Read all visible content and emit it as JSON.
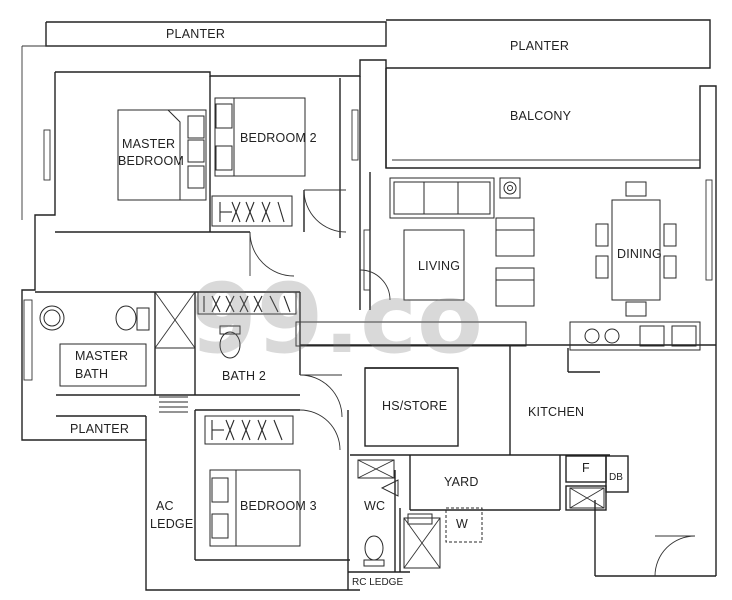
{
  "floor_plan": {
    "rooms": {
      "planter_top": "PLANTER",
      "planter_top_right": "PLANTER",
      "balcony": "BALCONY",
      "master_bedroom_line1": "MASTER",
      "master_bedroom_line2": "BEDROOM",
      "bedroom_2": "BEDROOM 2",
      "living": "LIVING",
      "dining": "DINING",
      "master_bath_line1": "MASTER",
      "master_bath_line2": "BATH",
      "bath_2": "BATH 2",
      "hs_store": "HS/STORE",
      "kitchen": "KITCHEN",
      "planter_left": "PLANTER",
      "yard": "YARD",
      "f": "F",
      "db": "DB",
      "wc": "WC",
      "w": "W",
      "ac_ledge_line1": "AC",
      "ac_ledge_line2": "LEDGE",
      "bedroom_3": "BEDROOM 3",
      "rc_ledge": "RC LEDGE"
    },
    "watermark": "99.co"
  }
}
